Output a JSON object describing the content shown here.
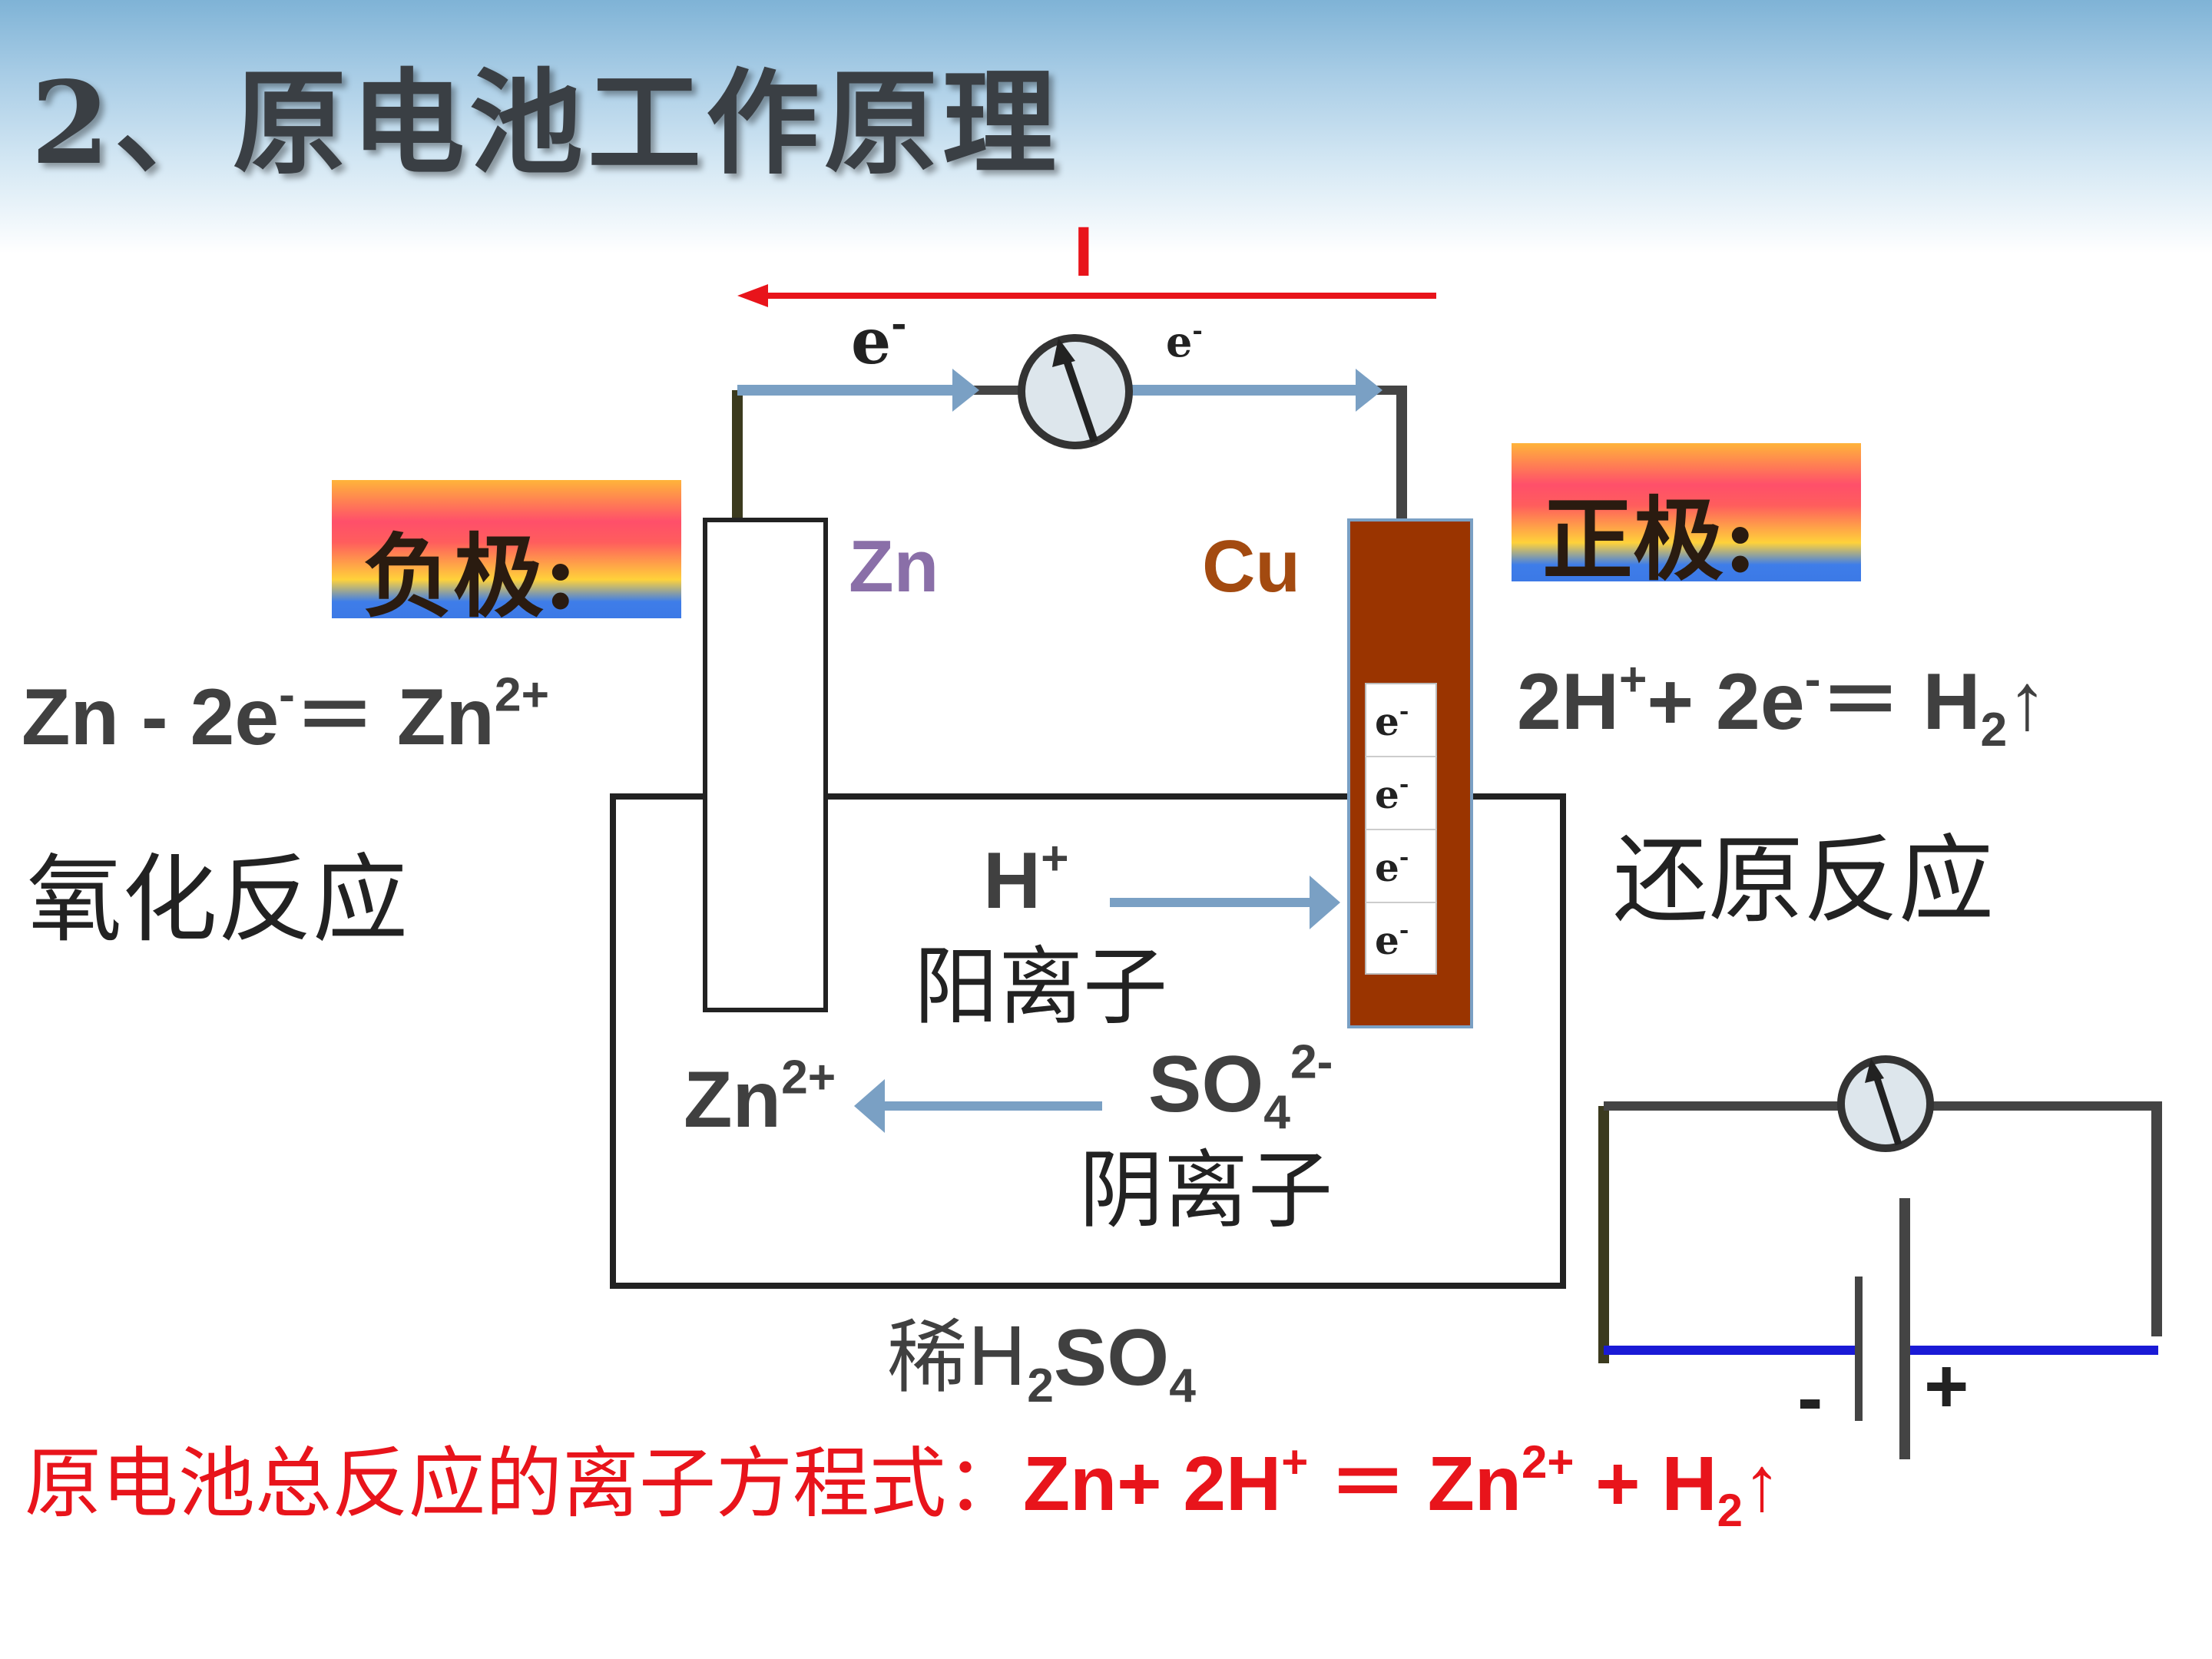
{
  "title": "2、原电池工作原理",
  "current_label": "I",
  "electron_label_left": "e",
  "electron_label_right": "e",
  "electron_charge": "-",
  "negative_banner": "负极:",
  "positive_banner": "正极:",
  "zn_electrode": "Zn",
  "cu_electrode": "Cu",
  "negative_equation": {
    "a": "Zn - 2e",
    "a_sup": "-",
    "b": "＝ Zn",
    "b_sup": "2+"
  },
  "positive_equation": {
    "a": "2H",
    "a_sup": "+",
    "b": "+ 2e",
    "b_sup": "-",
    "c": "＝ H",
    "c_sub": "2",
    "arrow": "↑"
  },
  "oxidation": "氧化反应",
  "reduction": "还原反应",
  "cation": {
    "ion": "H",
    "charge": "+",
    "name": "阳离子"
  },
  "anion": {
    "ion": "SO",
    "sub": "4",
    "charge": "2-",
    "name": "阴离子"
  },
  "zinc_ion": {
    "ion": "Zn",
    "charge": "2+"
  },
  "electrolyte": {
    "prefix": "稀H",
    "sub1": "2",
    "mid": "SO",
    "sub2": "4"
  },
  "cu_electrons": [
    "e",
    "e",
    "e",
    "e"
  ],
  "battery_minus": "-",
  "battery_plus": "+",
  "overall": {
    "prefix": "原电池总反应的离子方程式：",
    "a": "Zn+ 2H",
    "a_sup": "+",
    "b": " ＝ Zn",
    "b_sup": "2+",
    "c": " + H",
    "c_sub": "2",
    "arrow": "↑"
  },
  "colors": {
    "current": "#e8141b",
    "electron_arrow": "#7aa0c4",
    "zinc_label": "#8a6fa8",
    "copper": "#9a3400",
    "copper_label": "#a34a10",
    "overall": "#e8141b",
    "wire": "#333333",
    "battery_wire": "#1a1ad6"
  }
}
